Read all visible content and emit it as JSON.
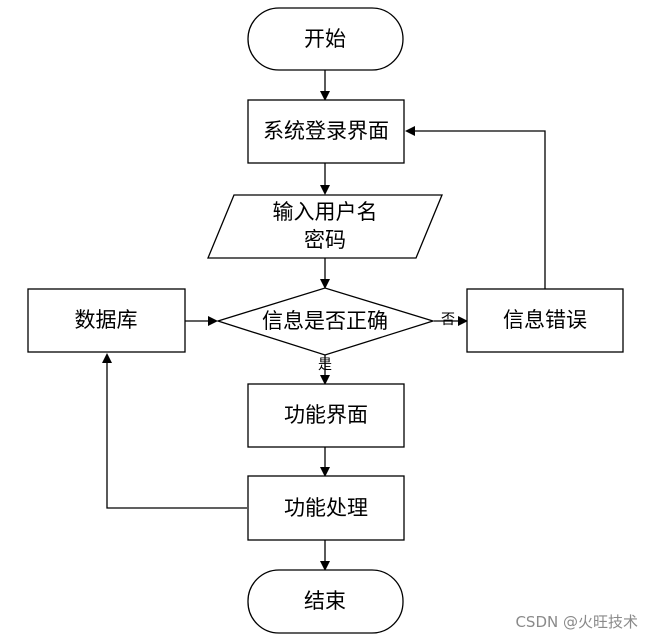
{
  "nodes": {
    "start": "开始",
    "login": "系统登录界面",
    "input_line1": "输入用户名",
    "input_line2": "密码",
    "decision": "信息是否正确",
    "database": "数据库",
    "error": "信息错误",
    "function_ui": "功能界面",
    "function_process": "功能处理",
    "end": "结束"
  },
  "edges": {
    "no_label": "否",
    "yes_label": "是"
  },
  "watermark": "CSDN @火旺技术"
}
